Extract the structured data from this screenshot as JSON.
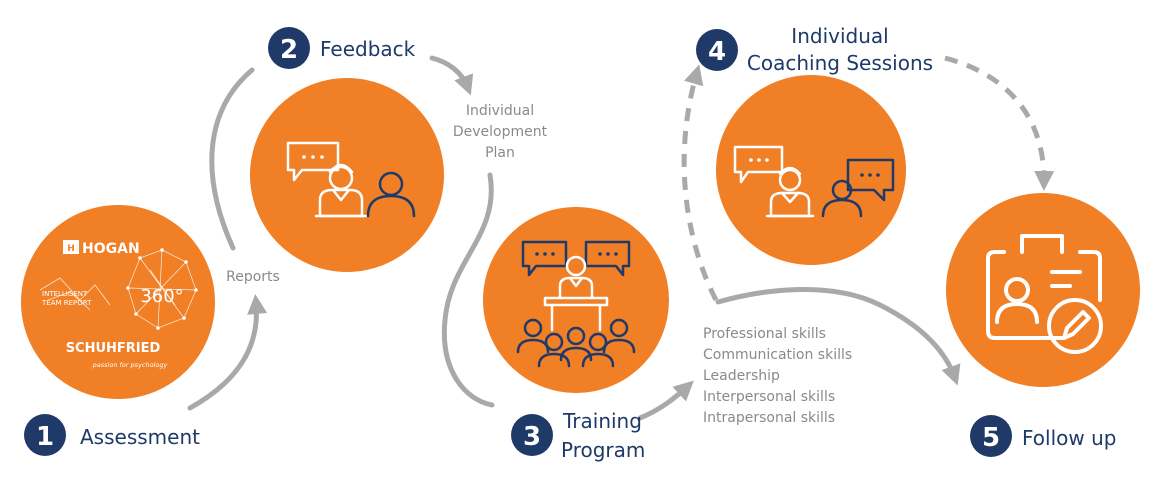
{
  "colors": {
    "orange": "#F07F26",
    "navy": "#1F3A68",
    "arrow_gray": "#A9A9A9",
    "note_gray": "#8A8A8A",
    "white": "#FFFFFF"
  },
  "steps": [
    {
      "number": "1",
      "label_line1": "Assessment",
      "label_line2": ""
    },
    {
      "number": "2",
      "label_line1": "Feedback",
      "label_line2": ""
    },
    {
      "number": "3",
      "label_line1": "Training",
      "label_line2": "Program"
    },
    {
      "number": "4",
      "label_line1": "Individual",
      "label_line2": "Coaching Sessions"
    },
    {
      "number": "5",
      "label_line1": "Follow up",
      "label_line2": ""
    }
  ],
  "notes": {
    "reports": "Reports",
    "idp": [
      "Individual",
      "Development",
      "Plan"
    ],
    "skills": [
      "Professional skills",
      "Communication skills",
      "Leadership",
      "Interpersonal skills",
      "Intrapersonal skills"
    ]
  },
  "assessment_logos": {
    "hogan": "HOGAN",
    "itr": [
      "INTELLIGENT",
      "TEAM REPORT"
    ],
    "three_sixty": "360°",
    "schuhfried": "SCHUHFRIED",
    "tagline": "passion for psychology"
  },
  "icons": [
    "feedback-conversation-icon",
    "training-presentation-icon",
    "coaching-conversation-icon",
    "id-badge-edit-icon"
  ]
}
